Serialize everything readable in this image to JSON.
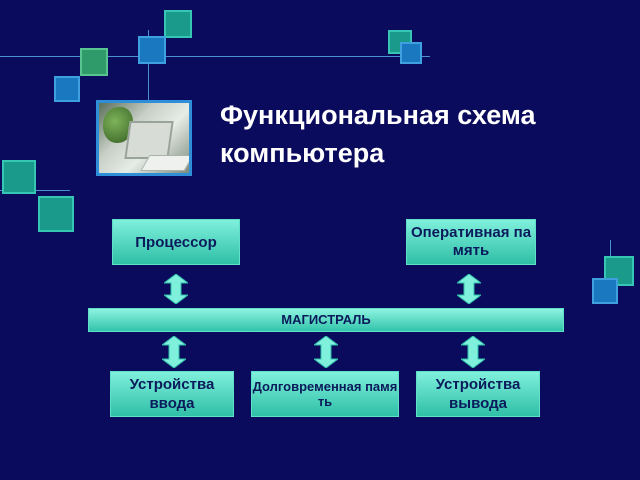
{
  "title": "Функциональная схема компьютера",
  "diagram": {
    "processor": "Процессор",
    "ram": "Оперативная память",
    "bus": "МАГИСТРАЛЬ",
    "input": "Устройства ввода",
    "storage": "Долговременная память",
    "output": "Устройства вывода"
  },
  "colors": {
    "background": "#0b0b5e",
    "box": "#2fbfa7",
    "text": "#0a1a5a",
    "title": "#ffffff"
  }
}
